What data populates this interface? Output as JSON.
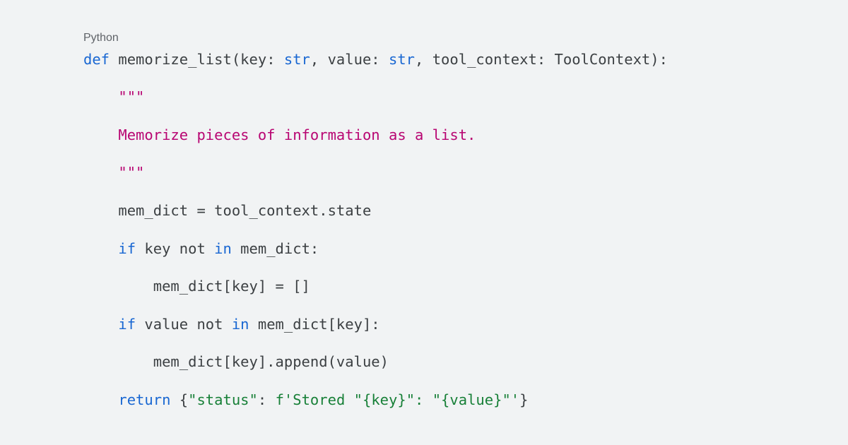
{
  "code_block": {
    "language": "Python",
    "lines": [
      [
        {
          "t": "def",
          "c": "kw"
        },
        {
          "t": " memorize_list(key: ",
          "c": "plain"
        },
        {
          "t": "str",
          "c": "kw"
        },
        {
          "t": ", value: ",
          "c": "plain"
        },
        {
          "t": "str",
          "c": "kw"
        },
        {
          "t": ", tool_context: ToolContext):",
          "c": "plain"
        }
      ],
      [
        {
          "t": "    \"\"\"",
          "c": "docstr"
        }
      ],
      [
        {
          "t": "    Memorize pieces of information as a list.",
          "c": "docstr"
        }
      ],
      [
        {
          "t": "    \"\"\"",
          "c": "docstr"
        }
      ],
      [
        {
          "t": "    mem_dict = tool_context.state",
          "c": "plain"
        }
      ],
      [
        {
          "t": "    ",
          "c": "plain"
        },
        {
          "t": "if",
          "c": "kw"
        },
        {
          "t": " key not ",
          "c": "plain"
        },
        {
          "t": "in",
          "c": "kw"
        },
        {
          "t": " mem_dict:",
          "c": "plain"
        }
      ],
      [
        {
          "t": "        mem_dict[key] = []",
          "c": "plain"
        }
      ],
      [
        {
          "t": "    ",
          "c": "plain"
        },
        {
          "t": "if",
          "c": "kw"
        },
        {
          "t": " value not ",
          "c": "plain"
        },
        {
          "t": "in",
          "c": "kw"
        },
        {
          "t": " mem_dict[key]:",
          "c": "plain"
        }
      ],
      [
        {
          "t": "        mem_dict[key].append(value)",
          "c": "plain"
        }
      ],
      [
        {
          "t": "    ",
          "c": "plain"
        },
        {
          "t": "return",
          "c": "kw"
        },
        {
          "t": " {",
          "c": "plain"
        },
        {
          "t": "\"status\"",
          "c": "str"
        },
        {
          "t": ": ",
          "c": "plain"
        },
        {
          "t": "f'Stored \"{key}\": \"{value}\"'",
          "c": "str"
        },
        {
          "t": "}",
          "c": "plain"
        }
      ]
    ]
  }
}
